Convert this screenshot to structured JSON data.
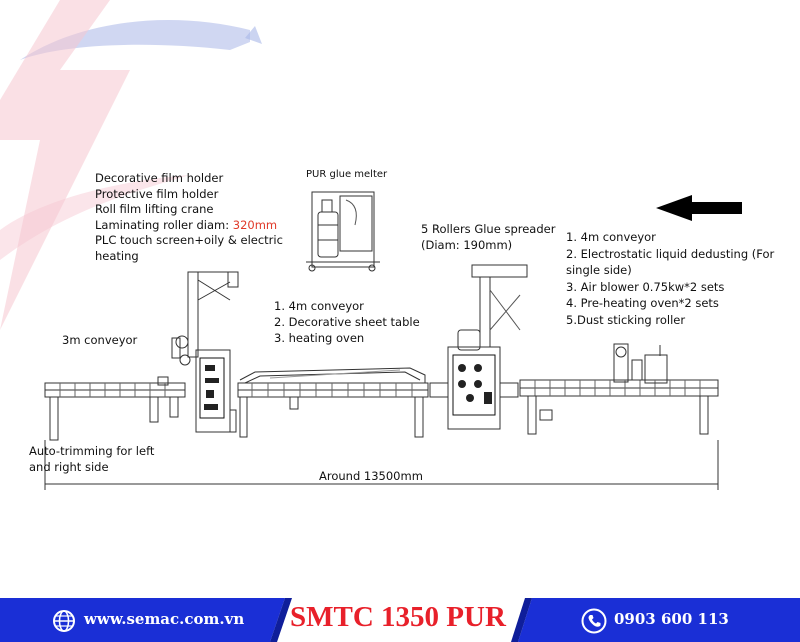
{
  "labels": {
    "film_block": {
      "lines": [
        "Decorative film holder",
        "Protective film holder",
        "Roll film lifting crane",
        "Laminating roller diam: ",
        "PLC touch screen+oily & electric",
        "heating"
      ],
      "diam_value": "320mm"
    },
    "glue_melter": "PUR glue melter",
    "glue_spreader": {
      "line1": "5 Rollers Glue spreader",
      "line2": "(Diam: 190mm)"
    },
    "right_block": [
      "1. 4m conveyor",
      "2. Electrostatic liquid dedusting (For",
      "single side)",
      "3. Air blower 0.75kw*2 sets",
      "4. Pre-heating oven*2 sets",
      "5.Dust sticking roller"
    ],
    "middle_block": [
      "1.  4m conveyor",
      "2. Decorative sheet table",
      "3. heating oven"
    ],
    "conveyor_3m": "3m conveyor",
    "auto_trim": {
      "line1": "Auto-trimming for left",
      "line2": "and right side"
    },
    "dimension": "Around 13500mm"
  },
  "footer": {
    "website": "www.semac.com.vn",
    "model": "SMTC 1350 PUR",
    "phone": "0903 600 113"
  },
  "colors": {
    "footer_blue": "#1a2fd6",
    "model_red": "#e8202a",
    "accent_red": "#e03a2a",
    "logo_pink": "#f4b8c4",
    "logo_blue": "#9fb0e6"
  },
  "icons": {
    "direction_arrow": "left-arrow-icon",
    "globe": "globe-icon",
    "phone": "phone-icon"
  }
}
